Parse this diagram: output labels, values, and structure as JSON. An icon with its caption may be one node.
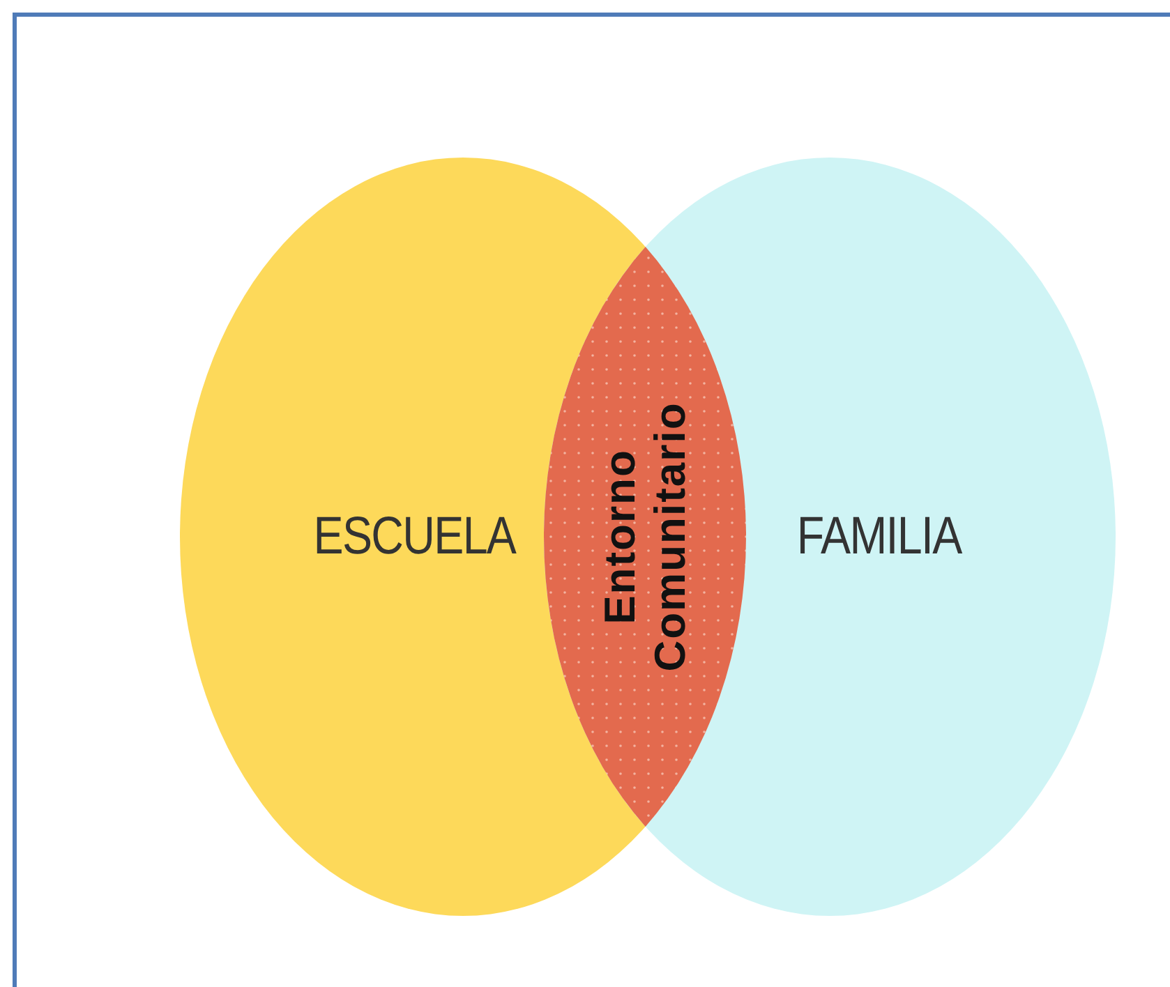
{
  "diagram": {
    "nodes": [
      {
        "text": [
          "ESCUELA"
        ]
      },
      {
        "text": [
          "FAMILIA"
        ]
      },
      {
        "text": [
          "Entorno Comunitario"
        ]
      }
    ],
    "edges": []
  }
}
